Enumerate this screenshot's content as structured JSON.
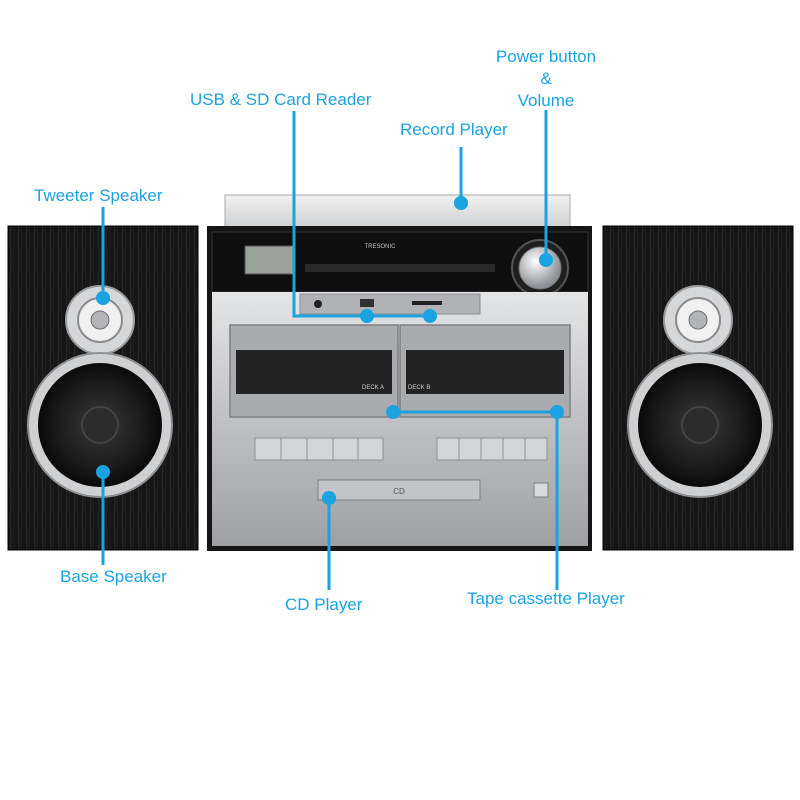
{
  "callouts": {
    "power": {
      "line1": "Power button",
      "line2": "&",
      "line3": "Volume"
    },
    "usb_sd": "USB & SD Card Reader",
    "record_player": "Record Player",
    "tweeter": "Tweeter Speaker",
    "base_speaker": "Base Speaker",
    "cd_player": "CD Player",
    "tape": "Tape cassette Player"
  },
  "device_text": {
    "brand": "TRESONIC",
    "deck_a": "DECK A",
    "deck_b": "DECK B",
    "cd_logo": "CD"
  },
  "colors": {
    "accent": "#1aa3e0",
    "speaker_wood": "#1c1c1c",
    "silver": "#c8c9cb"
  }
}
